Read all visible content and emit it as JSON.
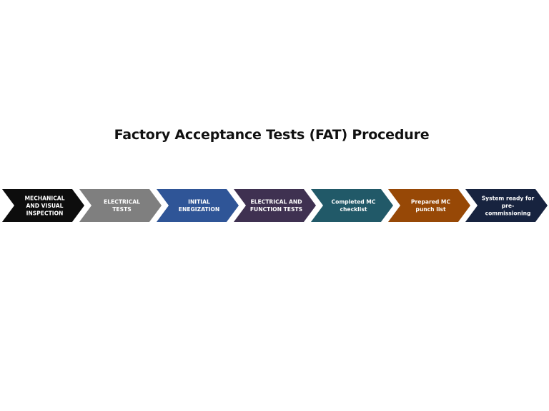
{
  "title": "Factory Acceptance Tests (FAT) Procedure",
  "steps": [
    {
      "lines": [
        "MECHANICAL",
        "AND VISUAL",
        "INSPECTION"
      ],
      "color": "#0d0d0d"
    },
    {
      "lines": [
        "ELECTRICAL",
        "TESTS"
      ],
      "color": "#7f7f7f"
    },
    {
      "lines": [
        "INITIAL",
        "ENEGIZATION"
      ],
      "color": "#2f5597"
    },
    {
      "lines": [
        "ELECTRICAL AND",
        "FUNCTION TESTS"
      ],
      "color": "#3f3151"
    },
    {
      "lines": [
        "Completed MC",
        "checklist"
      ],
      "color": "#215968"
    },
    {
      "lines": [
        "Prepared MC",
        "punch list"
      ],
      "color": "#974806"
    },
    {
      "lines": [
        "System ready for",
        "pre-",
        "commissioning"
      ],
      "color": "#17233f"
    }
  ]
}
